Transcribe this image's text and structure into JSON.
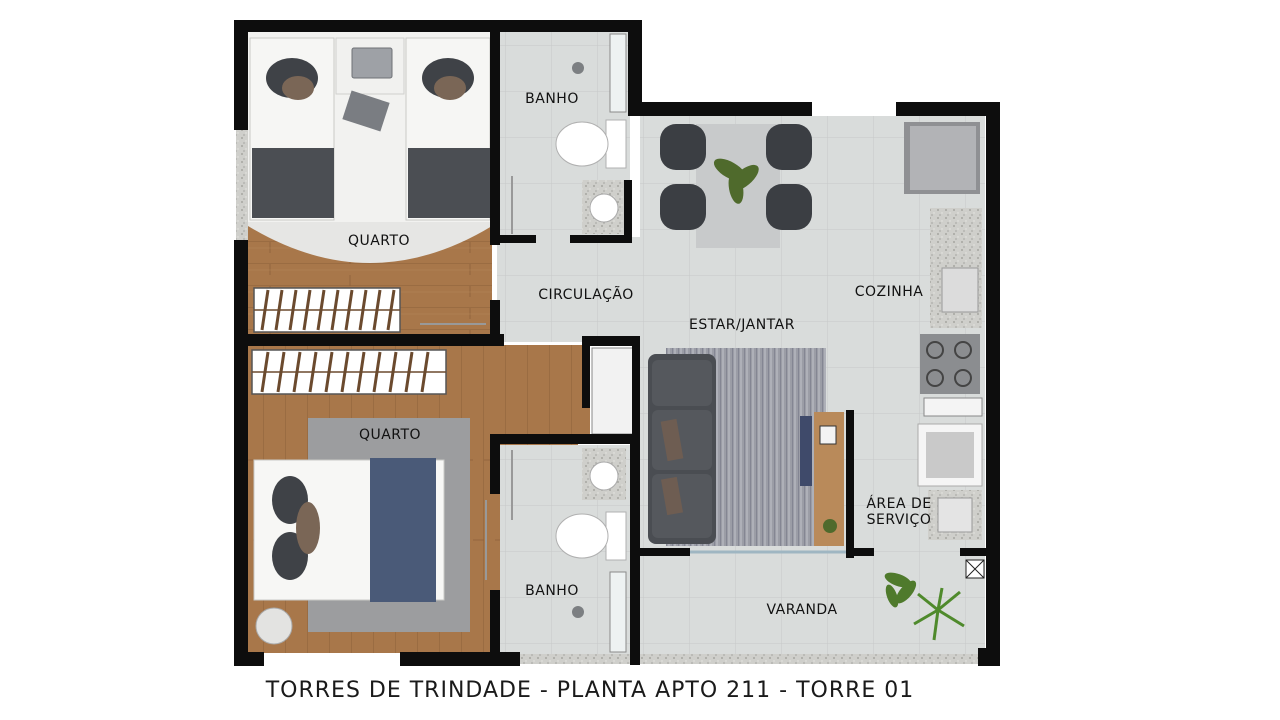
{
  "rooms": {
    "quarto_top": "QUARTO",
    "banho_top": "BANHO",
    "circulacao": "CIRCULAÇÃO",
    "estar_jantar": "ESTAR/JANTAR",
    "cozinha": "COZINHA",
    "quarto_bottom": "QUARTO",
    "banho_bottom": "BANHO",
    "area_servico_line1": "ÁREA DE",
    "area_servico_line2": "SERVIÇO",
    "varanda": "VARANDA"
  },
  "caption": "TORRES DE TRINDADE - PLANTA APTO 211 - TORRE 01",
  "colors": {
    "wall": "#0d0d0d",
    "tile": "#d9dcdb",
    "wood": "#a8774a",
    "bed_blanket": "#4b4e53",
    "double_bed_blanket": "#4a5a78",
    "rug": "#8d8f99",
    "sofa": "#4a4d52",
    "granite": "#c9c9c6"
  }
}
